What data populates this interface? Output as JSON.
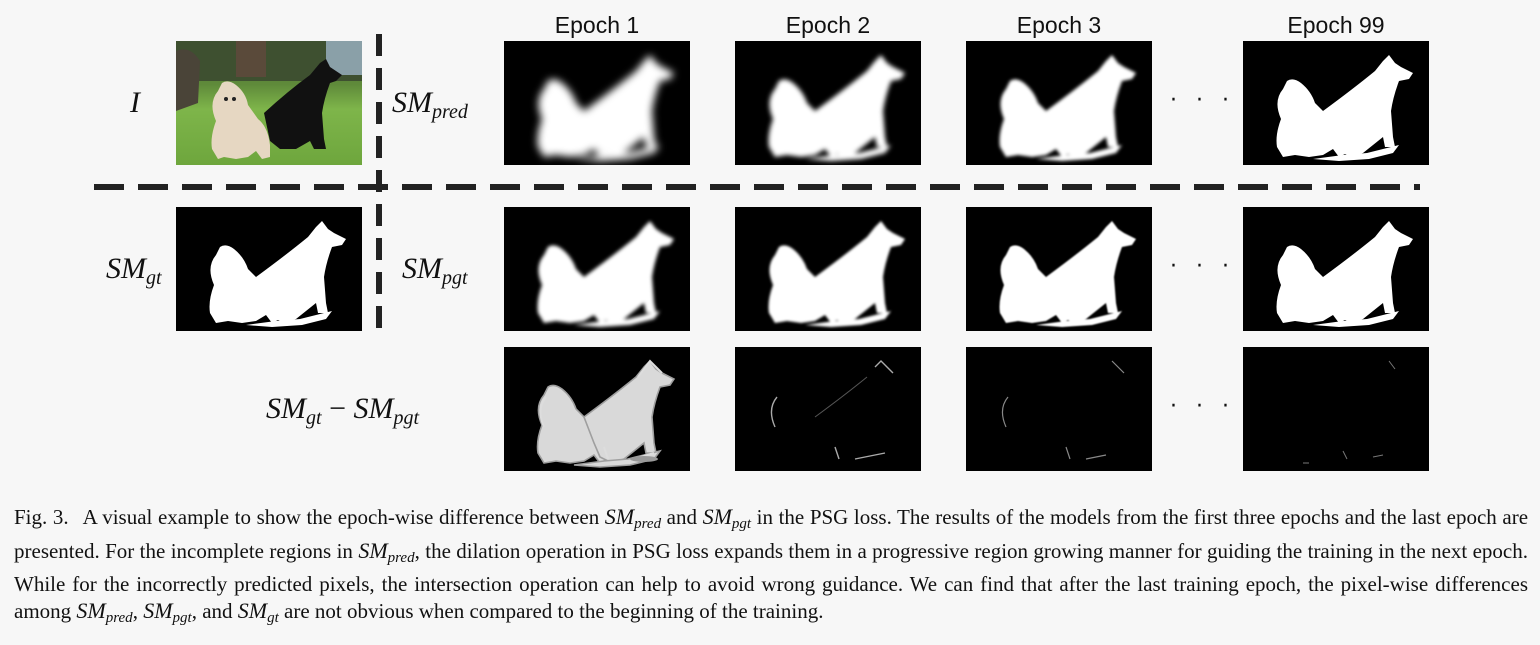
{
  "epochs": [
    "Epoch 1",
    "Epoch 2",
    "Epoch 3",
    "Epoch 99"
  ],
  "row_labels": {
    "image": "I",
    "sm_pred": {
      "base": "SM",
      "sub": "pred"
    },
    "sm_gt": {
      "base": "SM",
      "sub": "gt"
    },
    "sm_pgt": {
      "base": "SM",
      "sub": "pgt"
    },
    "diff": {
      "a_base": "SM",
      "a_sub": "gt",
      "minus": " − ",
      "b_base": "SM",
      "b_sub": "pgt"
    }
  },
  "ellipsis": "· · ·",
  "caption": {
    "fig_label": "Fig. 3.",
    "seg1": "A visual example to show the epoch-wise difference between ",
    "seg2": " and ",
    "seg3": " in the PSG loss. The results of the models from the first three epochs and the last epoch are presented. For the incomplete regions in ",
    "seg4": ", the dilation operation in PSG loss expands them in a progressive region growing manner for guiding the training in the next epoch. While for the incorrectly predicted pixels, the intersection operation can help to avoid wrong guidance. We can find that after the last training epoch, the pixel-wise differences among ",
    "seg5": ", ",
    "seg6": ", and ",
    "seg7": " are not obvious when compared to the beginning of the training.",
    "m_base": "SM",
    "m_pred": "pred",
    "m_pgt": "pgt",
    "m_gt": "gt"
  }
}
